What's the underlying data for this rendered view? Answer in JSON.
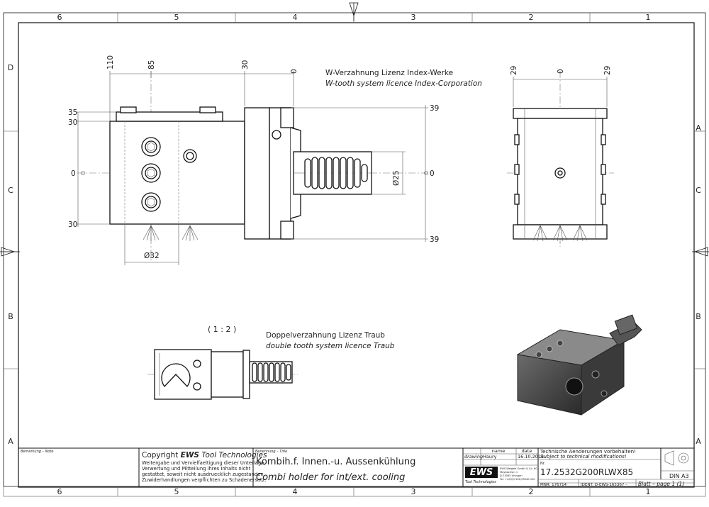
{
  "border": {
    "columns_top": [
      "6",
      "5",
      "4",
      "3",
      "2",
      "1"
    ],
    "columns_bottom": [
      "6",
      "5",
      "4",
      "3",
      "2",
      "1"
    ],
    "rows_left": [
      "D",
      "C",
      "B",
      "A"
    ],
    "rows_right": [
      "A",
      "C",
      "B",
      "A"
    ]
  },
  "notes": {
    "w_tooth_de": "W-Verzahnung Lizenz Index-Werke",
    "w_tooth_en": "W-tooth system licence Index-Corporation",
    "double_tooth_de": "Doppelverzahnung Lizenz Traub",
    "double_tooth_en": "double tooth system licence Traub",
    "scale": "( 1 : 2 )"
  },
  "dimensions": {
    "front_top": [
      "110",
      "85",
      "30",
      "0"
    ],
    "front_left": [
      "35",
      "30",
      "0",
      "30"
    ],
    "front_right": [
      "39",
      "0",
      "39"
    ],
    "shank_dia": "Ø25",
    "bore_dia": "Ø32",
    "side_top": [
      "29",
      "0",
      "29"
    ]
  },
  "title_block": {
    "remark_label": "Bemerkung – Note",
    "copyright_prefix": "Copyright ",
    "copyright_brand": "EWS",
    "copyright_suffix": " Tool Technologies",
    "copyright_lines": [
      "Weitergabe und Vervielfaeltigung dieser Unterlage,",
      "Verwertung und Mitteilung ihres Inhalts nicht",
      "gestattet, soweit nicht ausdruecklich zugestanden.",
      "Zuwiderhandlungen verpflichten zu Schadenersatz."
    ],
    "designation_label": "Benennung – Title",
    "title_de": "Kombih.f. Innen.-u. Aussenkühlung",
    "title_en": "Combi holder for int/ext. cooling",
    "name_header": "name",
    "date_header": "date",
    "drawing_label": "drawing",
    "drawn_by": "Haury",
    "drawn_date": "16.10.2014",
    "logo": "EWS",
    "logo_sub": "Tool Technologies",
    "company_lines": [
      "EWS Weigele GmbH & Co. KG",
      "Maybachstr. 1",
      "D-73095 Uhingen",
      "Tel. +49(0)7161/93040-150"
    ],
    "change_note_de": "Technische Aenderungen vorbehalten!",
    "change_note_en": "Subject to technical modifications!",
    "nr_label": "Nr.",
    "part_number": "17.2532G200RLWX85",
    "mnr": "MNR: 176714",
    "ident": "IDENT: D-EWS-165367 -",
    "sheet": "Blatt – page  1 (1)",
    "format": "DIN A3"
  }
}
